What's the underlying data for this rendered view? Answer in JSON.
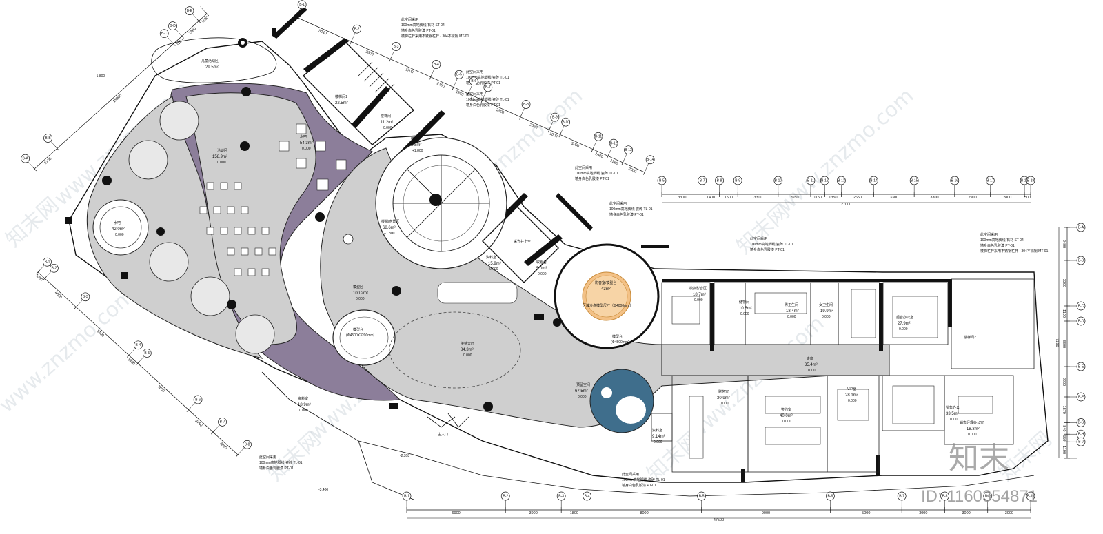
{
  "watermark": {
    "site": "www.znzmo.com",
    "brand": "知末网",
    "logo": "知末",
    "id": "ID: 1160354871"
  },
  "rooms": [
    {
      "name": "儿童活动区",
      "area": "29.5m²"
    },
    {
      "name": "楼梯间1",
      "area": "22.5m²"
    },
    {
      "name": "楼梯间",
      "area": "11.2m²",
      "level": "0.000"
    },
    {
      "name": "楼梯间",
      "area": "8.8m²",
      "level": "+1.800"
    },
    {
      "name": "水吧",
      "area": "54.3m²",
      "level": "0.000"
    },
    {
      "name": "洽谈区",
      "area": "158.9m²",
      "level": "0.000"
    },
    {
      "name": "水吧",
      "area": "42.0m²",
      "level": "0.000"
    },
    {
      "name": "楼梯/水景区",
      "area": "68.6m²",
      "level": "+1.800"
    },
    {
      "name": "资料室",
      "area": "15.9m²",
      "level": "0.000"
    },
    {
      "name": "采光井上空",
      "area": ""
    },
    {
      "name": "收银台",
      "area": "5.0m²",
      "level": "0.000"
    },
    {
      "name": "模型区",
      "area": "100.2m²",
      "level": "0.000"
    },
    {
      "name": "影音室/模型台",
      "area": "43m²",
      "level": "区域沙盘模型尺寸（Φ4000mm）"
    },
    {
      "name": "模型台",
      "area": "(Φ4500mm)"
    },
    {
      "name": "模型台",
      "area": "(Φ4500X3200mm)"
    },
    {
      "name": "接待大厅",
      "area": "84.3m²",
      "level": "0.000"
    },
    {
      "name": "预留空间",
      "area": "67.5m²",
      "level": "0.000"
    },
    {
      "name": "模拟影音区",
      "area": "18.7m²",
      "level": "0.000"
    },
    {
      "name": "储物间",
      "area": "10.6m²",
      "level": "0.000"
    },
    {
      "name": "男卫生间",
      "area": "18.4m²",
      "level": "0.000"
    },
    {
      "name": "女卫生间",
      "area": "19.9m²",
      "level": "0.000"
    },
    {
      "name": "后台办公室",
      "area": "27.9m²",
      "level": "0.000"
    },
    {
      "name": "楼梯间2",
      "area": ""
    },
    {
      "name": "走廊",
      "area": "35.4m²",
      "level": "0.000"
    },
    {
      "name": "财务室",
      "area": "30.9m²",
      "level": "0.000"
    },
    {
      "name": "签约室",
      "area": "40.0m²",
      "level": "0.000"
    },
    {
      "name": "VIP室",
      "area": "28.1m²",
      "level": "0.000"
    },
    {
      "name": "销售办公",
      "area": "33.5m²",
      "level": "0.000"
    },
    {
      "name": "销售经理办公室",
      "area": "18.3m²",
      "level": "0.000"
    },
    {
      "name": "资料室",
      "area": "9.14m²",
      "level": "0.000"
    },
    {
      "name": "资料室",
      "area": "18.9m²",
      "level": "0.000"
    },
    {
      "name": "主入口",
      "area": ""
    }
  ],
  "notes": {
    "tl": [
      "此空间采用",
      "100mm高地脚线  石材 ST-04",
      "墙身白色乳胶漆 PT-01",
      "楼梯栏杆采用不锈钢栏杆 - 304不锈钢 MT-01"
    ],
    "t1": [
      "此空间采用",
      "100mm高地脚线  瓷砖 TL-01",
      "墙身白色乳胶漆 PT-01"
    ],
    "t2": [
      "此空间采用",
      "100mm高地脚线  瓷砖 TL-01",
      "墙身白色乳胶漆 PT-01"
    ],
    "m1": [
      "此空间采用",
      "100mm高地脚线  瓷砖 TL-01",
      "墙身白色乳胶漆 PT-01"
    ],
    "m2": [
      "此空间采用",
      "100mm高地脚线  瓷砖 TL-01",
      "墙身白色乳胶漆 PT-01"
    ],
    "r1": [
      "此空间采用",
      "100mm高地脚线  瓷砖 TL-01",
      "墙身白色乳胶漆 PT-01"
    ],
    "r2": [
      "此空间采用",
      "100mm高地脚线  石材 ST-04",
      "墙身白色乳胶漆 PT-01",
      "楼梯栏杆采用不锈钢栏杆 - 304不锈钢 MT-01"
    ],
    "b1": [
      "此空间采用",
      "100mm高地脚线  瓷砖 TL-01",
      "墙身白色乳胶漆 PT-01"
    ],
    "b2": [
      "此空间采用",
      "100mm高地脚线  瓷砖 TL-01",
      "墙身白色乳胶漆 PT-01"
    ]
  },
  "dims_top": [
    "3300",
    "1400",
    "1500",
    "3300",
    "2650",
    "1150",
    "1350",
    "2650",
    "3300",
    "3300",
    "2900",
    "2800",
    "500"
  ],
  "dims_top_total": "27000",
  "axes_top": [
    "B-5",
    "B-7",
    "B-8",
    "B-9",
    "B-10",
    "B-11",
    "B-12",
    "B-13",
    "B-14",
    "B-15",
    "B-16",
    "B-17",
    "B-18",
    "B-19"
  ],
  "dims_bottom": [
    "6900",
    "3900",
    "1800",
    "8000",
    "9000",
    "5000",
    "3000",
    "3000",
    "3000"
  ],
  "dims_bottom_total": "47500",
  "axes_bottom": [
    "B-1",
    "B-2",
    "B-3",
    "B-4",
    "B-5",
    "B-6",
    "B-7",
    "B-8",
    "B-9",
    "B-10"
  ],
  "dims_right": [
    "2400",
    "3300",
    "1100",
    "3300",
    "2200",
    "1870",
    "840",
    "550",
    "1190"
  ],
  "dims_right_total": "7290",
  "axes_right": [
    "B-A",
    "B-B",
    "B-C",
    "B-D",
    "B-E",
    "B-F",
    "B-G",
    "B-H",
    "B-J"
  ],
  "dims_left": [
    "3100",
    "15900",
    "1160",
    "2300",
    "1100"
  ],
  "axes_left": [
    "B-A",
    "B-B",
    "B-C",
    "B-D",
    "B-E"
  ],
  "dims_left_lower": [
    "1050",
    "4800",
    "8100",
    "1360",
    "7800",
    "3750",
    "3800"
  ],
  "axes_left_lower": [
    "B-1",
    "B-2",
    "B-3",
    "B-4",
    "B-5",
    "B-6",
    "B-7",
    "B-8",
    "B-9",
    "B-10",
    "B-11"
  ],
  "dims_upper": [
    "5040",
    "3600",
    "3700",
    "2100",
    "1350",
    "1300",
    "3500",
    "2650",
    "1000",
    "3000",
    "1400",
    "1360",
    "2000"
  ],
  "axes_upper": [
    "B-1",
    "B-2",
    "B-3",
    "B-4",
    "B-5",
    "B-6",
    "B-7",
    "B-8",
    "B-9",
    "B-10",
    "B-11",
    "B-12",
    "B-13",
    "B-14",
    "B-15"
  ],
  "levels": [
    "-1.800",
    "-2.318",
    "-3.400"
  ]
}
